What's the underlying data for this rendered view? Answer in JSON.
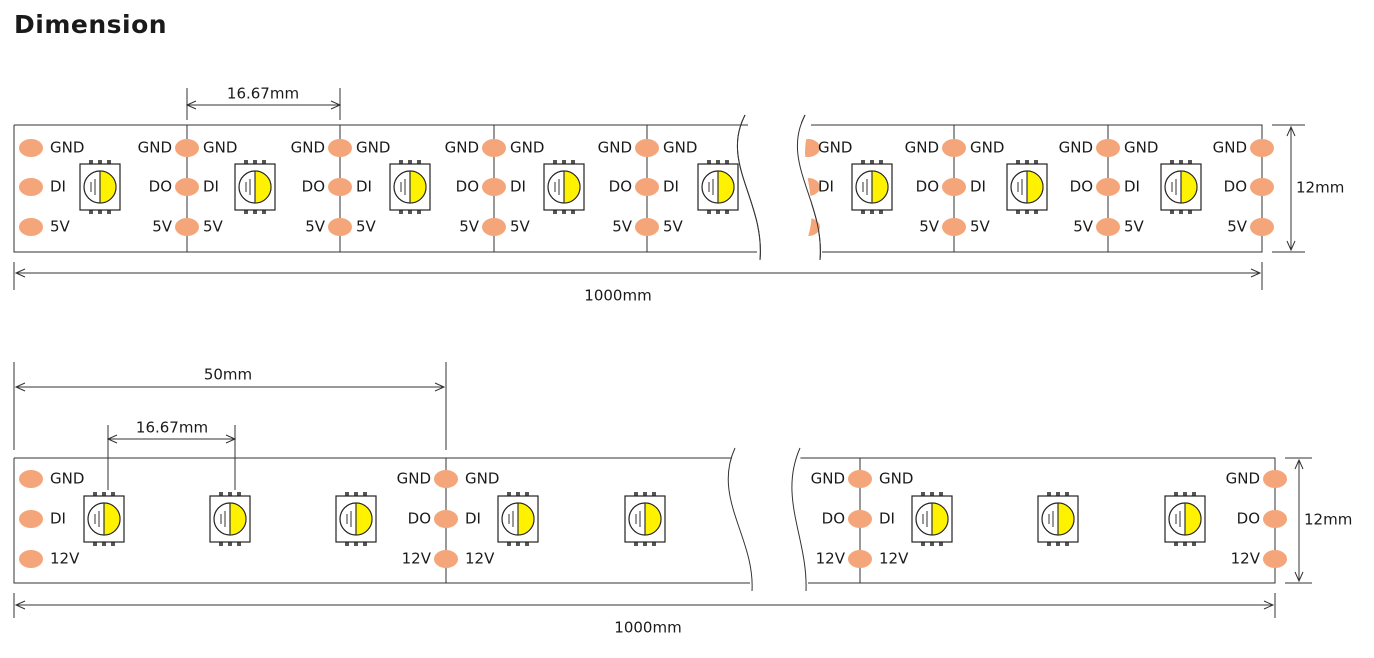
{
  "title": "Dimension",
  "strip_top": {
    "pitch_label": "16.67mm",
    "length_label": "1000mm",
    "width_label": "12mm",
    "pads": {
      "gnd": "GND",
      "data_in": "DI",
      "data_out": "DO",
      "power": "5V"
    }
  },
  "strip_bottom": {
    "segment_label": "50mm",
    "pitch_label": "16.67mm",
    "length_label": "1000mm",
    "width_label": "12mm",
    "pads": {
      "gnd": "GND",
      "data_in": "DI",
      "data_out": "DO",
      "power": "12V"
    }
  },
  "colors": {
    "pad": "#f4a67a",
    "led_yellow": "#fff200",
    "stroke": "#333333"
  }
}
